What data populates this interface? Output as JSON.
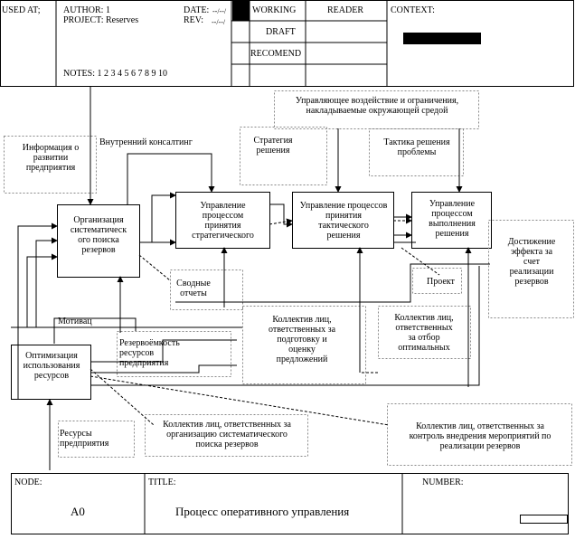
{
  "header": {
    "used_at": "USED AT;",
    "author": "AUTHOR: 1",
    "project": "PROJECT: Reserves",
    "date": "DATE:",
    "date_val": "--/--/",
    "rev": "REV:",
    "rev_val": "--/--/",
    "notes": "NOTES: 1 2 3 4 5 6 7 8 9 10",
    "working": "WORKING",
    "draft": "DRAFT",
    "recomend": "RECOMEND",
    "reader": "READER",
    "context": "CONTEXT:"
  },
  "boxes": {
    "org": [
      "Организация",
      "систематическ",
      "ого поиска",
      "резервов"
    ],
    "strat": [
      "Управление",
      "процессом",
      "принятия",
      "стратегического"
    ],
    "tact": [
      "Управление процессов принятия",
      "тактического",
      "решения"
    ],
    "exec": [
      "Управление",
      "процессом",
      "выполнения",
      "решения"
    ],
    "opt": [
      "Оптимизация",
      "использования",
      "ресурсов"
    ]
  },
  "labels": {
    "info": [
      "Информация о",
      "развитии",
      "предприятия"
    ],
    "consult": "Внутренний консалтинг",
    "strategy": [
      "Стратегия",
      "решения"
    ],
    "env": [
      "Управляющее воздействие и ограничения,",
      "накладываемые окружающей средой"
    ],
    "tactic": [
      "Тактика решения",
      "проблемы"
    ],
    "effect": [
      "Достижение",
      "эффекта за",
      "счет",
      "реализации",
      "резервов"
    ],
    "summary": [
      "Сводные",
      "отчеты"
    ],
    "project": "Проект",
    "motiv": "Мотивац",
    "capacity": [
      "Резервоёмкость",
      "ресурсов",
      "предприятия"
    ],
    "prep": [
      "Коллектив лиц,",
      "ответственных за",
      "подготовку и",
      "оценку",
      "предложений"
    ],
    "select": [
      "Коллектив лиц,",
      "ответственных",
      "за отбор",
      "оптимальных"
    ],
    "search": [
      "Коллектив лиц, ответственных за",
      "организацию систематического",
      "поиска резервов"
    ],
    "control": [
      "Коллектив лиц, ответственных за",
      "контроль внедрения мероприятий по",
      "реализации резервов"
    ],
    "resources": [
      "Ресурсы",
      "предприятия"
    ]
  },
  "footer": {
    "node": "NODE:",
    "node_val": "A0",
    "title": "TITLE:",
    "title_val": "Процесс оперативного управления",
    "number": "NUMBER:"
  }
}
